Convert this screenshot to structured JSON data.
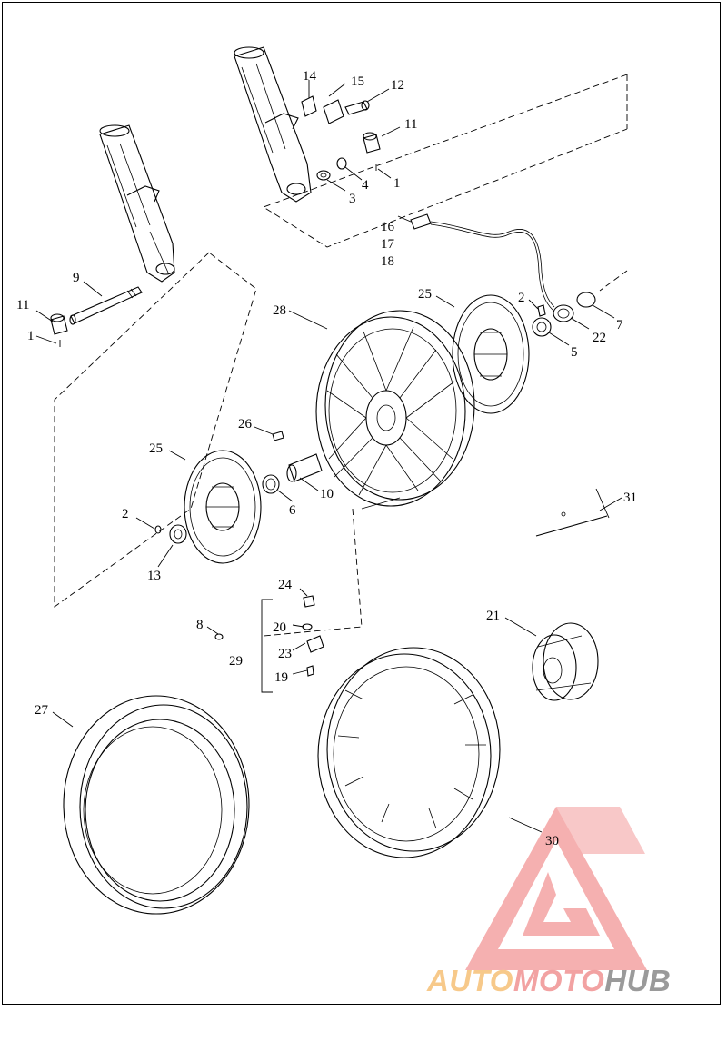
{
  "diagram": {
    "callouts": [
      {
        "id": "c-14a",
        "text": "14"
      },
      {
        "id": "c-15",
        "text": "15"
      },
      {
        "id": "c-12",
        "text": "12"
      },
      {
        "id": "c-11a",
        "text": "11"
      },
      {
        "id": "c-4",
        "text": "4"
      },
      {
        "id": "c-1a",
        "text": "1"
      },
      {
        "id": "c-3",
        "text": "3"
      },
      {
        "id": "c-16",
        "text": "16"
      },
      {
        "id": "c-17",
        "text": "17"
      },
      {
        "id": "c-18",
        "text": "18"
      },
      {
        "id": "c-9",
        "text": "9"
      },
      {
        "id": "c-11b",
        "text": "11"
      },
      {
        "id": "c-1b",
        "text": "1"
      },
      {
        "id": "c-25a",
        "text": "25"
      },
      {
        "id": "c-2a",
        "text": "2"
      },
      {
        "id": "c-28",
        "text": "28"
      },
      {
        "id": "c-7",
        "text": "7"
      },
      {
        "id": "c-22",
        "text": "22"
      },
      {
        "id": "c-5",
        "text": "5"
      },
      {
        "id": "c-26",
        "text": "26"
      },
      {
        "id": "c-25b",
        "text": "25"
      },
      {
        "id": "c-10",
        "text": "10"
      },
      {
        "id": "c-6",
        "text": "6"
      },
      {
        "id": "c-2b",
        "text": "2"
      },
      {
        "id": "c-13",
        "text": "13"
      },
      {
        "id": "c-31",
        "text": "31"
      },
      {
        "id": "c-24",
        "text": "24"
      },
      {
        "id": "c-8",
        "text": "8"
      },
      {
        "id": "c-20",
        "text": "20"
      },
      {
        "id": "c-29",
        "text": "29"
      },
      {
        "id": "c-23",
        "text": "23"
      },
      {
        "id": "c-19",
        "text": "19"
      },
      {
        "id": "c-21",
        "text": "21"
      },
      {
        "id": "c-27",
        "text": "27"
      },
      {
        "id": "c-30",
        "text": "30"
      }
    ]
  },
  "watermark": {
    "auto": "AUTO",
    "moto": "MOTO",
    "hub": "HUB",
    "colors": {
      "triangle": "#f5a8a8",
      "auto": "#f7c98a",
      "moto": "#f2a2a2",
      "hub": "#9a9a9a"
    }
  }
}
